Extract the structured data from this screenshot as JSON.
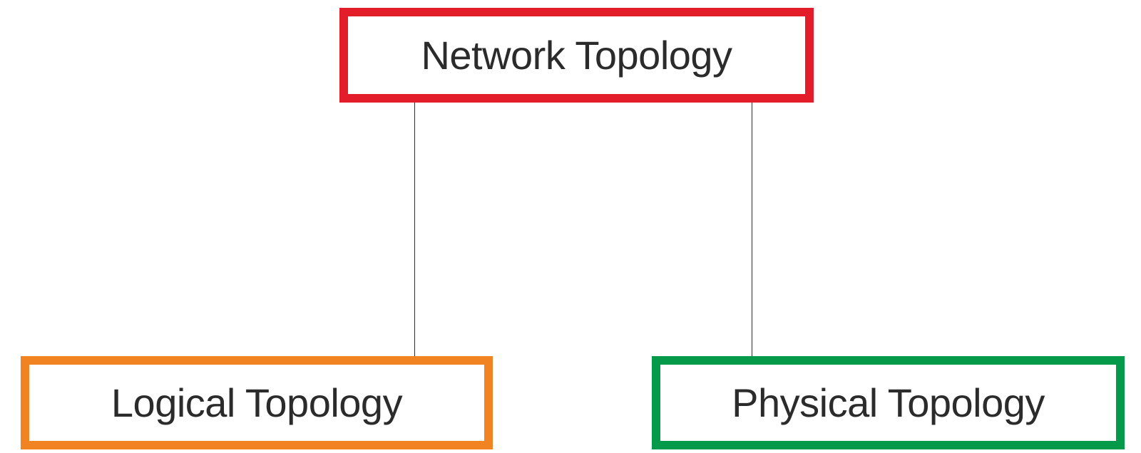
{
  "diagram": {
    "root": {
      "label": "Network Topology",
      "border_color": "#e31e2a"
    },
    "children": [
      {
        "label": "Logical Topology",
        "border_color": "#f28322"
      },
      {
        "label": "Physical Topology",
        "border_color": "#05994a"
      }
    ],
    "connector_color": "#2b2b2b",
    "text_color": "#2b2b2b"
  }
}
